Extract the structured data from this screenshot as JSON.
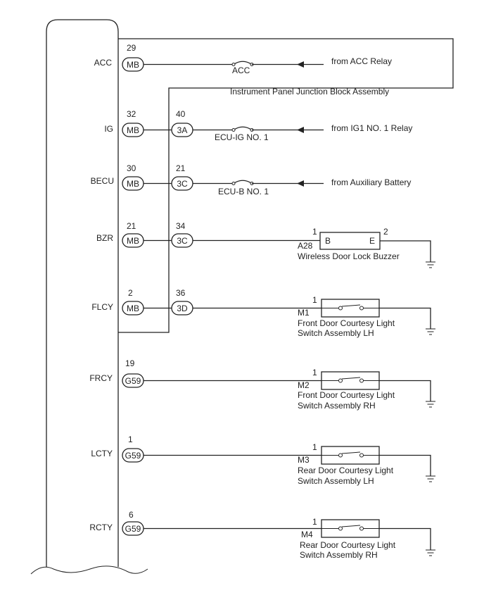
{
  "signals": [
    {
      "id": "acc",
      "label": "ACC",
      "ecu_pin": "29",
      "ecu_conn": "MB",
      "fuse": "ACC",
      "source": "from ACC Relay"
    },
    {
      "id": "ig",
      "label": "IG",
      "ecu_pin": "32",
      "ecu_conn": "MB",
      "jb_pin": "40",
      "jb_conn": "3A",
      "fuse": "ECU-IG NO. 1",
      "source": "from IG1 NO. 1 Relay"
    },
    {
      "id": "becu",
      "label": "BECU",
      "ecu_pin": "30",
      "ecu_conn": "MB",
      "jb_pin": "21",
      "jb_conn": "3C",
      "fuse": "ECU-B NO. 1",
      "source": "from Auxiliary Battery"
    },
    {
      "id": "bzr",
      "label": "BZR",
      "ecu_pin": "21",
      "ecu_conn": "MB",
      "jb_pin": "34",
      "jb_conn": "3C"
    },
    {
      "id": "flcy",
      "label": "FLCY",
      "ecu_pin": "2",
      "ecu_conn": "MB",
      "jb_pin": "36",
      "jb_conn": "3D"
    },
    {
      "id": "frcy",
      "label": "FRCY",
      "ecu_pin": "19",
      "ecu_conn": "G59"
    },
    {
      "id": "lcty",
      "label": "LCTY",
      "ecu_pin": "1",
      "ecu_conn": "G59"
    },
    {
      "id": "rcty",
      "label": "RCTY",
      "ecu_pin": "6",
      "ecu_conn": "G59"
    }
  ],
  "junction_block": {
    "label": "Instrument Panel Junction Block Assembly"
  },
  "buzzer": {
    "code": "A28",
    "name": "Wireless Door Lock Buzzer",
    "pin_in": "1",
    "pin_out": "2",
    "term_b": "B",
    "term_e": "E"
  },
  "switches": [
    {
      "code": "M1",
      "line1": "Front Door Courtesy Light",
      "line2": "Switch Assembly LH",
      "pin": "1"
    },
    {
      "code": "M2",
      "line1": "Front Door Courtesy Light",
      "line2": "Switch Assembly RH",
      "pin": "1"
    },
    {
      "code": "M3",
      "line1": "Rear Door Courtesy Light",
      "line2": "Switch Assembly LH",
      "pin": "1"
    },
    {
      "code": "M4",
      "line1": "Rear Door Courtesy Light",
      "line2": "Switch Assembly RH",
      "pin": "1"
    }
  ]
}
